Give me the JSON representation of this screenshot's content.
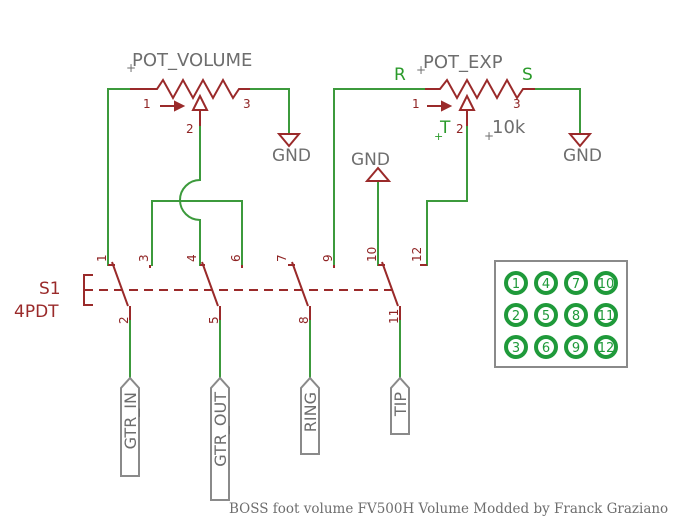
{
  "schematic": {
    "pot_volume": {
      "name": "POT_VOLUME",
      "pin1": "1",
      "pin2": "2",
      "pin3": "3",
      "gnd": "GND"
    },
    "pot_exp": {
      "name": "POT_EXP",
      "value": "10k",
      "pin1": "1",
      "pin2": "2",
      "pin3": "3",
      "ring": "R",
      "sleeve": "S",
      "tip": "T",
      "gnd": "GND"
    },
    "gnd_mid": "GND",
    "switch": {
      "name": "S1",
      "type": "4PDT",
      "pins": [
        "1",
        "2",
        "3",
        "4",
        "5",
        "6",
        "7",
        "8",
        "9",
        "10",
        "11",
        "12"
      ]
    },
    "connectors": {
      "gtr_in": "GTR_IN",
      "gtr_out": "GTR_OUT",
      "ring": "RING",
      "tip": "TIP"
    },
    "pad_grid": [
      [
        "1",
        "4",
        "7",
        "10"
      ],
      [
        "2",
        "5",
        "8",
        "11"
      ],
      [
        "3",
        "6",
        "9",
        "12"
      ]
    ],
    "caption": "BOSS foot volume FV500H Volume Modded by Franck Graziano"
  }
}
